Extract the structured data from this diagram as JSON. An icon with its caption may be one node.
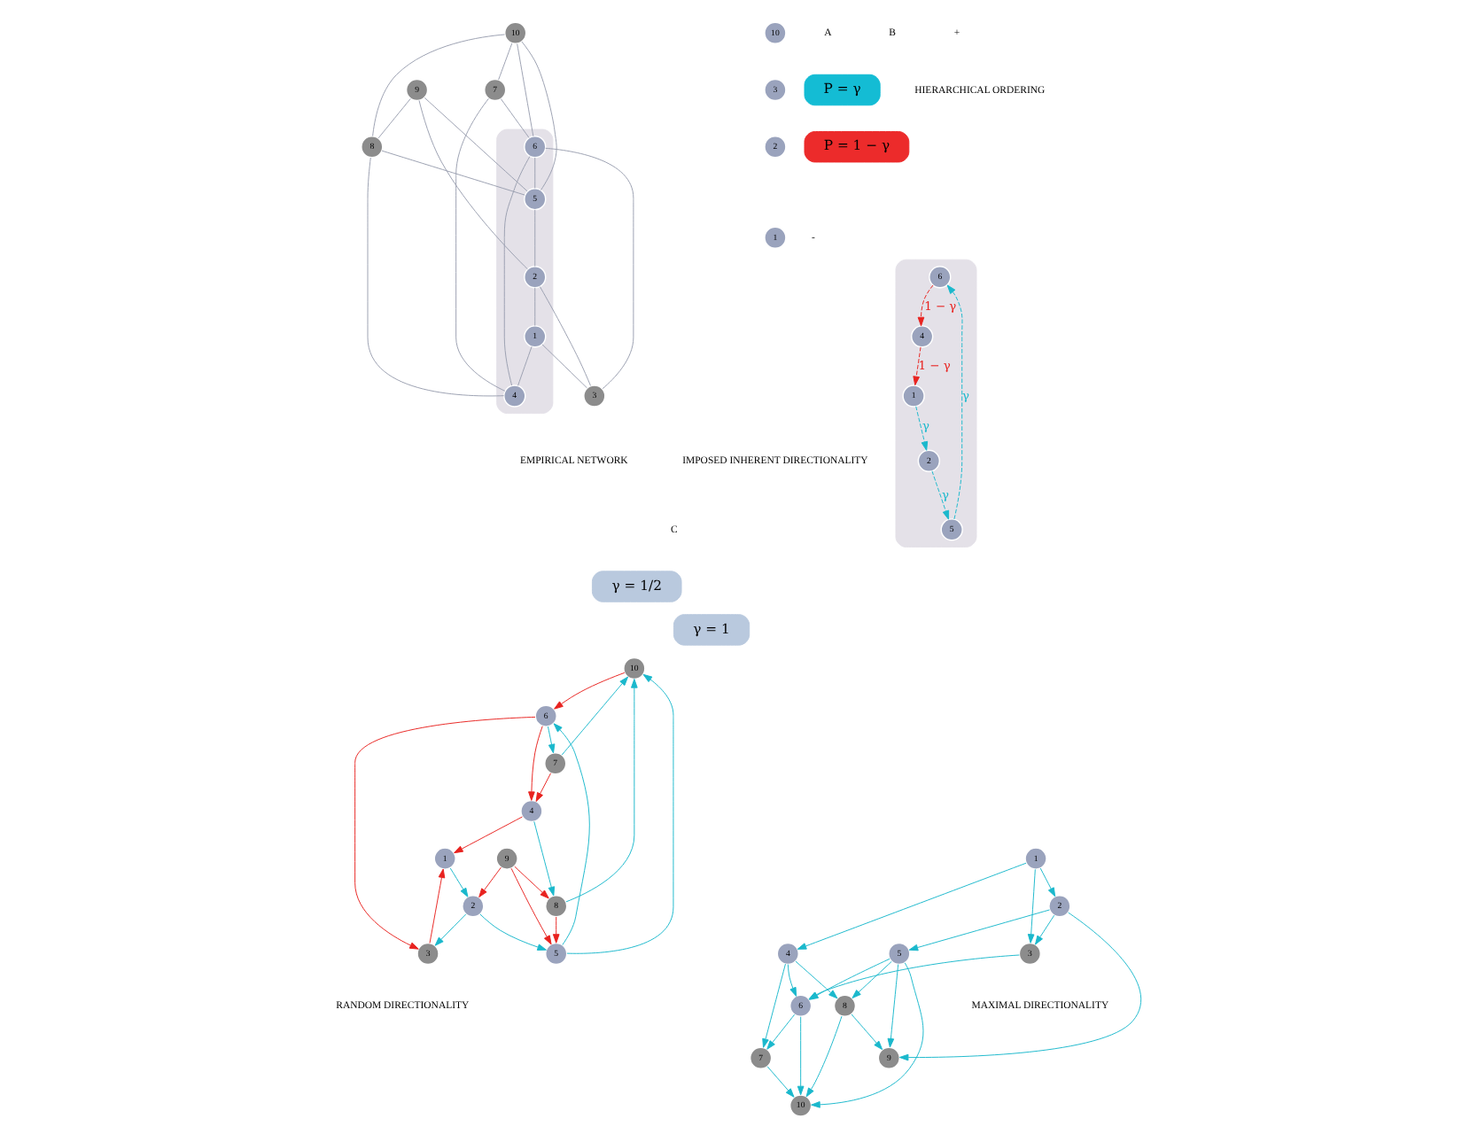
{
  "diagram": {
    "nodes": [
      {
        "text": [],
        "shape": "cloud"
      },
      {
        "text": [
          "10"
        ]
      },
      {
        "text": [
          "9"
        ]
      },
      {
        "text": [
          "8"
        ]
      },
      {
        "text": [
          "7"
        ]
      },
      {
        "text": [
          "6"
        ],
        "in": 0
      },
      {
        "text": [
          "5"
        ],
        "in": 0
      },
      {
        "text": [
          "4"
        ],
        "in": 0
      },
      {
        "text": [
          "3"
        ]
      },
      {
        "text": [
          "2"
        ],
        "in": 0
      },
      {
        "text": [
          "1"
        ],
        "in": 0
      },
      {
        "text": [
          "10"
        ]
      },
      {
        "text": [
          "3"
        ]
      },
      {
        "text": [
          "2"
        ]
      },
      {
        "text": [
          "1"
        ]
      },
      {
        "text": [
          "P = γ"
        ]
      },
      {
        "text": [
          "P = 1 − γ"
        ]
      },
      {
        "text": [],
        "shape": "cloud"
      },
      {
        "text": [
          "6"
        ],
        "in": 17
      },
      {
        "text": [
          "5"
        ],
        "in": 17
      },
      {
        "text": [
          "4"
        ],
        "in": 17
      },
      {
        "text": [
          "2"
        ],
        "in": 17
      },
      {
        "text": [
          "1"
        ],
        "in": 17
      },
      {
        "text": [
          "γ = 1/2"
        ]
      },
      {
        "text": [
          "10"
        ]
      },
      {
        "text": [
          "9"
        ]
      },
      {
        "text": [
          "8"
        ]
      },
      {
        "text": [
          "7"
        ]
      },
      {
        "text": [
          "6"
        ]
      },
      {
        "text": [
          "5"
        ]
      },
      {
        "text": [
          "4"
        ]
      },
      {
        "text": [
          "3"
        ]
      },
      {
        "text": [
          "2"
        ]
      },
      {
        "text": [
          "1"
        ]
      },
      {
        "text": [
          "γ = 1"
        ]
      },
      {
        "text": [
          "10"
        ]
      },
      {
        "text": [
          "9"
        ]
      },
      {
        "text": [
          "8"
        ]
      },
      {
        "text": [
          "7"
        ]
      },
      {
        "text": [
          "6"
        ]
      },
      {
        "text": [
          "5"
        ]
      },
      {
        "text": [
          "4"
        ]
      },
      {
        "text": [
          "3"
        ]
      },
      {
        "text": [
          "2"
        ]
      },
      {
        "text": [
          "1"
        ]
      }
    ],
    "edges": [
      {
        "from": 1,
        "to": 3,
        "arrow": "none",
        "color": "#9a9fb0"
      },
      {
        "from": 1,
        "to": 4,
        "arrow": "none",
        "color": "#9a9fb0"
      },
      {
        "from": 1,
        "to": 6,
        "arrow": "none",
        "color": "#9a9fb0"
      },
      {
        "from": 1,
        "to": 5,
        "arrow": "none",
        "color": "#9a9fb0"
      },
      {
        "from": 2,
        "to": 3,
        "arrow": "none",
        "color": "#9a9fb0"
      },
      {
        "from": 2,
        "to": 6,
        "arrow": "none",
        "color": "#9a9fb0"
      },
      {
        "from": 2,
        "to": 9,
        "arrow": "none",
        "color": "#9a9fb0"
      },
      {
        "from": 3,
        "to": 6,
        "arrow": "none",
        "color": "#9a9fb0"
      },
      {
        "from": 3,
        "to": 7,
        "arrow": "none",
        "color": "#9a9fb0"
      },
      {
        "from": 4,
        "to": 5,
        "arrow": "none",
        "color": "#9a9fb0"
      },
      {
        "from": 4,
        "to": 7,
        "arrow": "none",
        "color": "#9a9fb0"
      },
      {
        "from": 5,
        "to": 6,
        "arrow": "none",
        "color": "#9a9fb0"
      },
      {
        "from": 5,
        "to": 7,
        "arrow": "none",
        "color": "#9a9fb0"
      },
      {
        "from": 5,
        "to": 8,
        "arrow": "none",
        "color": "#9a9fb0"
      },
      {
        "from": 6,
        "to": 9,
        "arrow": "none",
        "color": "#9a9fb0"
      },
      {
        "from": 9,
        "to": 8,
        "arrow": "none",
        "color": "#9a9fb0"
      },
      {
        "from": 9,
        "to": 10,
        "arrow": "none",
        "color": "#9a9fb0"
      },
      {
        "from": 10,
        "to": 7,
        "arrow": "none",
        "color": "#9a9fb0"
      },
      {
        "from": 10,
        "to": 8,
        "arrow": "none",
        "color": "#9a9fb0"
      },
      {
        "from": 19,
        "to": 18,
        "arrow": "to",
        "label": "γ",
        "style": "dashed"
      },
      {
        "from": 18,
        "to": 20,
        "arrow": "to",
        "label": "1 − γ",
        "style": "dashed",
        "color": "#e8221f"
      },
      {
        "from": 20,
        "to": 22,
        "arrow": "to",
        "label": "1 − γ",
        "style": "dashed",
        "color": "#e8221f"
      },
      {
        "from": 22,
        "to": 21,
        "arrow": "to",
        "label": "γ",
        "style": "dashed"
      },
      {
        "from": 21,
        "to": 19,
        "arrow": "to",
        "label": "γ",
        "style": "dashed"
      },
      {
        "from": 26,
        "to": 24,
        "arrow": "to"
      },
      {
        "from": 27,
        "to": 24,
        "arrow": "to"
      },
      {
        "from": 25,
        "to": 26,
        "arrow": "to",
        "color": "#e8221f"
      },
      {
        "from": 25,
        "to": 29,
        "arrow": "to",
        "color": "#e8221f"
      },
      {
        "from": 25,
        "to": 32,
        "arrow": "to",
        "color": "#e8221f"
      },
      {
        "from": 29,
        "to": 24,
        "arrow": "to"
      },
      {
        "from": 24,
        "to": 28,
        "arrow": "to",
        "color": "#e8221f"
      },
      {
        "from": 26,
        "to": 29,
        "arrow": "to",
        "color": "#e8221f"
      },
      {
        "from": 28,
        "to": 27,
        "arrow": "to"
      },
      {
        "from": 29,
        "to": 28,
        "arrow": "to"
      },
      {
        "from": 28,
        "to": 30,
        "arrow": "to",
        "color": "#e8221f"
      },
      {
        "from": 28,
        "to": 31,
        "arrow": "to",
        "color": "#e8221f"
      },
      {
        "from": 27,
        "to": 30,
        "arrow": "to",
        "color": "#e8221f"
      },
      {
        "from": 30,
        "to": 26,
        "arrow": "to"
      },
      {
        "from": 32,
        "to": 29,
        "arrow": "to"
      },
      {
        "from": 32,
        "to": 31,
        "arrow": "to"
      },
      {
        "from": 33,
        "to": 32,
        "arrow": "to"
      },
      {
        "from": 30,
        "to": 33,
        "arrow": "to",
        "color": "#e8221f"
      },
      {
        "from": 31,
        "to": 33,
        "arrow": "to",
        "color": "#e8221f"
      },
      {
        "from": 37,
        "to": 35,
        "arrow": "to"
      },
      {
        "from": 37,
        "to": 36,
        "arrow": "to"
      },
      {
        "from": 40,
        "to": 35,
        "arrow": "to"
      },
      {
        "from": 39,
        "to": 35,
        "arrow": "to"
      },
      {
        "from": 38,
        "to": 35,
        "arrow": "to"
      },
      {
        "from": 40,
        "to": 36,
        "arrow": "to"
      },
      {
        "from": 43,
        "to": 36,
        "arrow": "to"
      },
      {
        "from": 40,
        "to": 37,
        "arrow": "to"
      },
      {
        "from": 40,
        "to": 39,
        "arrow": "to"
      },
      {
        "from": 39,
        "to": 38,
        "arrow": "to"
      },
      {
        "from": 41,
        "to": 39,
        "arrow": "to"
      },
      {
        "from": 42,
        "to": 39,
        "arrow": "to"
      },
      {
        "from": 41,
        "to": 37,
        "arrow": "to"
      },
      {
        "from": 41,
        "to": 38,
        "arrow": "to"
      },
      {
        "from": 43,
        "to": 40,
        "arrow": "to"
      },
      {
        "from": 44,
        "to": 43,
        "arrow": "to"
      },
      {
        "from": 44,
        "to": 41,
        "arrow": "to"
      },
      {
        "from": 44,
        "to": 42,
        "arrow": "to"
      },
      {
        "from": 43,
        "to": 42,
        "arrow": "to"
      }
    ],
    "labels": [
      "A",
      "B",
      "HIERARCHICAL ORDERING",
      "+",
      "-",
      "EMPIRICAL NETWORK",
      "IMPOSED INHERENT DIRECTIONALITY",
      "C",
      "RANDOM DIRECTIONALITY",
      "MAXIMAL DIRECTIONALITY"
    ]
  }
}
